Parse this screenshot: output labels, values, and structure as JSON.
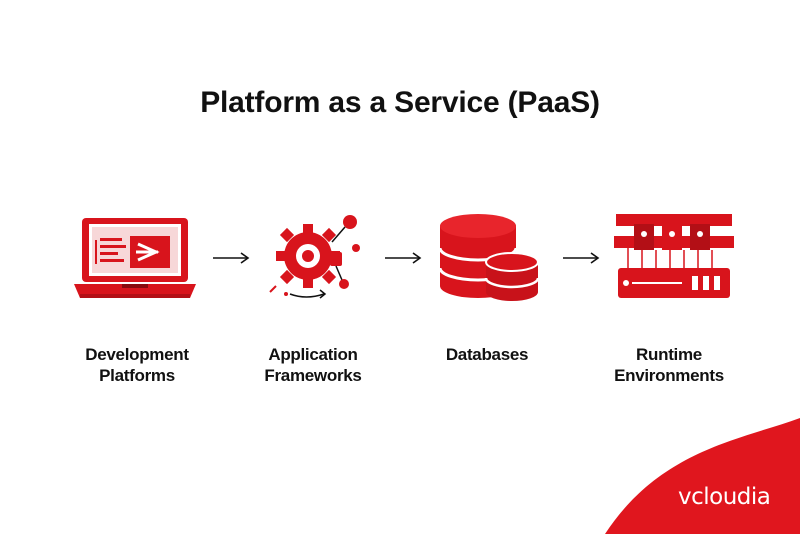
{
  "title": "Platform as a Service (PaaS)",
  "steps": [
    {
      "icon": "laptop-icon",
      "line1": "Development",
      "line2": "Platforms"
    },
    {
      "icon": "gear-network-icon",
      "line1": "Application",
      "line2": "Frameworks"
    },
    {
      "icon": "database-icon",
      "line1": "Databases",
      "line2": ""
    },
    {
      "icon": "server-rack-icon",
      "line1": "Runtime",
      "line2": "Environments"
    }
  ],
  "brand": "vcloudia",
  "colors": {
    "accent": "#e0161e",
    "dark": "#8a0a0e",
    "text": "#111111"
  }
}
